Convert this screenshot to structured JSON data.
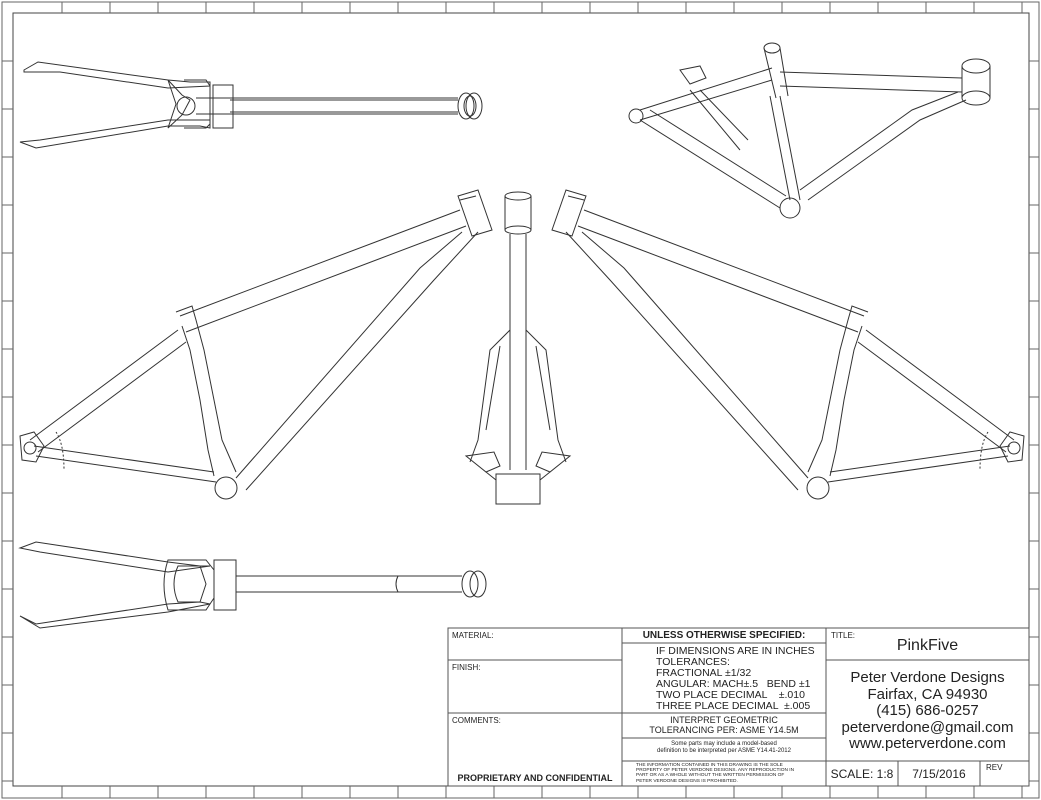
{
  "title_block": {
    "material_label": "MATERIAL:",
    "finish_label": "FINISH:",
    "comments_label": "COMMENTS:",
    "proprietary": "PROPRIETARY AND CONFIDENTIAL",
    "spec_header": "UNLESS OTHERWISE SPECIFIED:",
    "tolerance_lines": [
      "IF DIMENSIONS ARE IN INCHES",
      "TOLERANCES:",
      "FRACTIONAL ±1/32",
      "ANGULAR: MACH±.5   BEND ±1",
      "TWO PLACE DECIMAL    ±.010",
      "THREE PLACE DECIMAL  ±.005"
    ],
    "interpret_1": "INTERPRET GEOMETRIC",
    "interpret_2": "TOLERANCING PER: ASME Y14.5M",
    "model_note_1": "Some parts may include a model-based",
    "model_note_2": "definition to be interpreted per ASME Y14.41-2012",
    "legal_1": "THE INFORMATION CONTAINED IN THIS DRAWING IS THE SOLE",
    "legal_2": "PROPERTY OF PETER VERDONE DESIGNS.  ANY  REPRODUCTION IN",
    "legal_3": "PART OR AS A WHOLE WITHOUT THE WRITTEN PERMISSION OF",
    "legal_4": "PETER VERDONE DESIGNS IS PROHIBITED.",
    "title_label": "TITLE:",
    "title": "PinkFive",
    "company": "Peter Verdone Designs",
    "city": "Fairfax, CA 94930",
    "phone": "(415) 686-0257",
    "email": "peterverdone@gmail.com",
    "web": "www.peterverdone.com",
    "scale": "SCALE: 1:8",
    "date": "7/15/2016",
    "rev_label": "REV"
  }
}
